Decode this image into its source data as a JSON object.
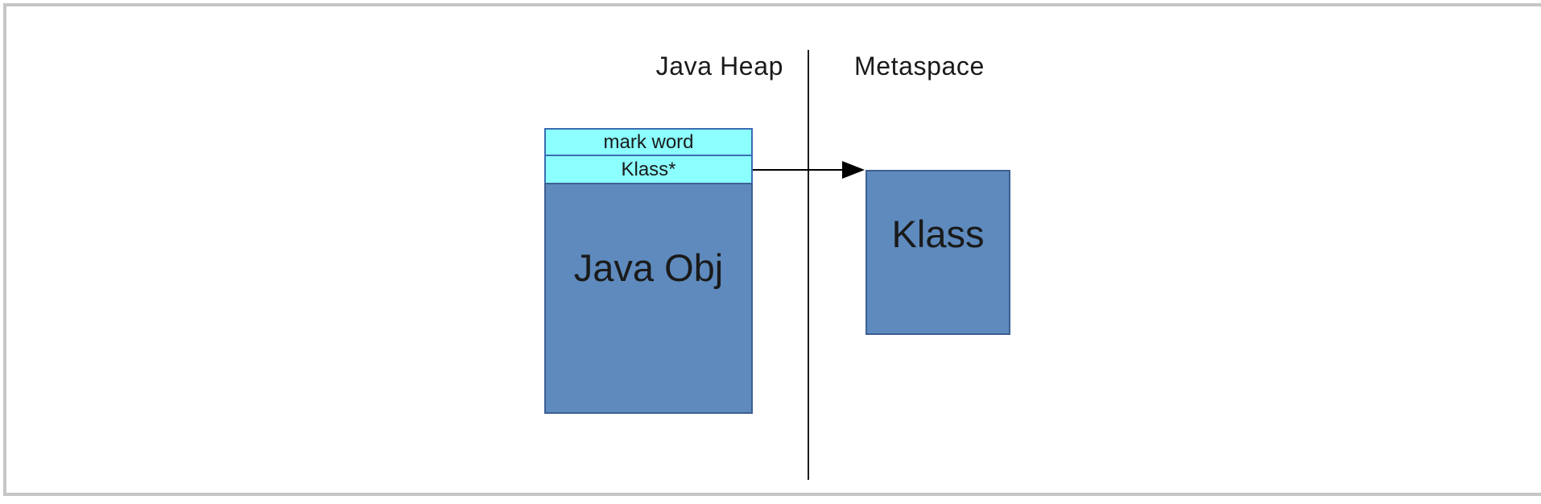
{
  "diagram": {
    "regions": {
      "heap_label": "Java Heap",
      "metaspace_label": "Metaspace"
    },
    "java_object": {
      "fields": [
        {
          "label": "mark word"
        },
        {
          "label": "Klass*"
        }
      ],
      "body_label": "Java Obj"
    },
    "klass_box": {
      "label": "Klass"
    },
    "colors": {
      "field_fill": "#8cffff",
      "field_border": "#3a6cb4",
      "object_fill": "#5e8abd",
      "object_border": "#3d5f94",
      "divider": "#1c1c1c",
      "arrow": "#000000",
      "frame": "#c6c6c6",
      "text": "#1a1a1a"
    }
  }
}
